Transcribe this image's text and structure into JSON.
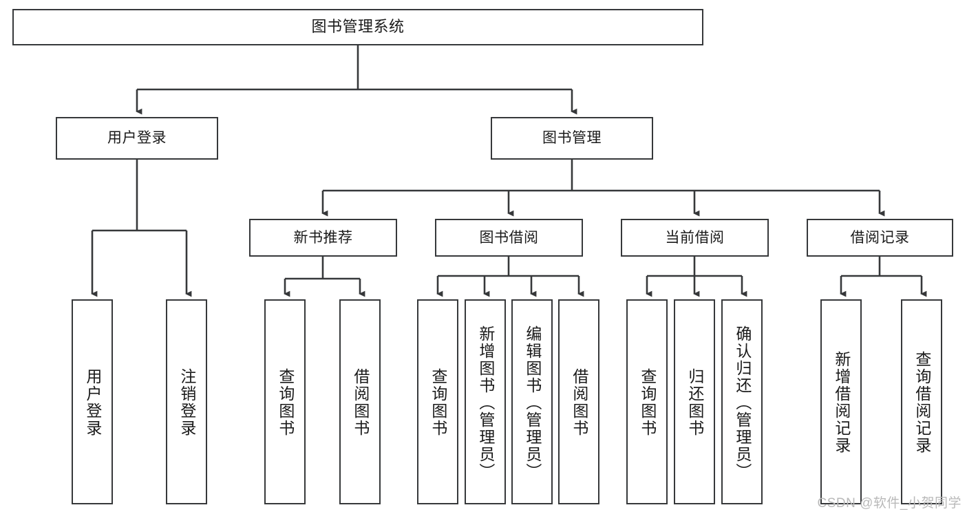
{
  "diagram": {
    "title": "图书管理系统",
    "type": "hierarchy-tree",
    "line_color": "#36383a",
    "box_fill": "#ffffff",
    "text_color": "#1a1a1a",
    "root": {
      "label": "图书管理系统"
    },
    "level2": [
      {
        "label": "用户登录"
      },
      {
        "label": "图书管理"
      }
    ],
    "level3": [
      {
        "label": "新书推荐"
      },
      {
        "label": "图书借阅"
      },
      {
        "label": "当前借阅"
      },
      {
        "label": "借阅记录"
      }
    ],
    "leaves": {
      "user_login": [
        {
          "label": "用户登录"
        },
        {
          "label": "注销登录"
        }
      ],
      "new_book_recommend": [
        {
          "label": "查询图书"
        },
        {
          "label": "借阅图书"
        }
      ],
      "book_borrow": [
        {
          "label": "查询图书"
        },
        {
          "label": "新增图书（管理员）"
        },
        {
          "label": "编辑图书（管理员）"
        },
        {
          "label": "借阅图书"
        }
      ],
      "current_borrow": [
        {
          "label": "查询图书"
        },
        {
          "label": "归还图书"
        },
        {
          "label": "确认归还（管理员）"
        }
      ],
      "borrow_record": [
        {
          "label": "新增借阅记录"
        },
        {
          "label": "查询借阅记录"
        }
      ]
    }
  },
  "watermark": {
    "text": "CSDN @软件_小贺同学"
  }
}
